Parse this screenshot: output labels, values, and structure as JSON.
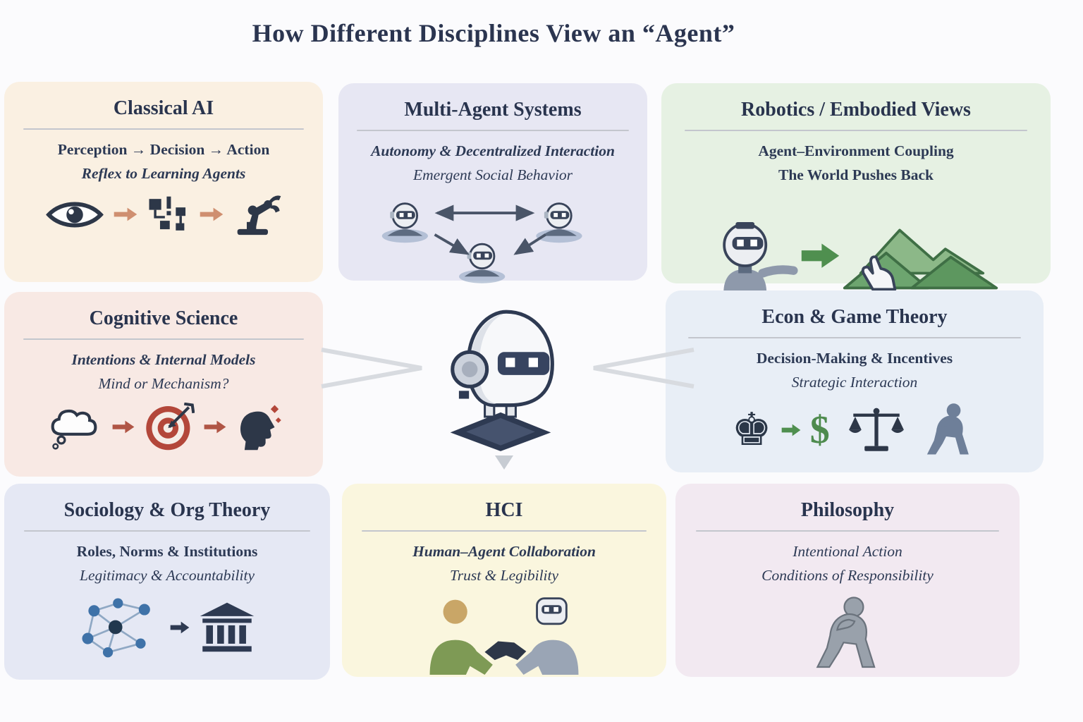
{
  "page": {
    "title": "How Different Disciplines View an “Agent”"
  },
  "panels": [
    {
      "id": "classical-ai",
      "title": "Classical AI",
      "line1": "Perception → Decision → Action",
      "line2": "Reflex to Learning Agents",
      "bg": "#faf0e2",
      "icons": [
        "eye-icon",
        "flow-arrow-icon",
        "flowchart-icon",
        "flow-arrow-icon",
        "robot-arm-icon"
      ]
    },
    {
      "id": "multi-agent-systems",
      "title": "Multi-Agent Systems",
      "line1": "Autonomy & Decentralized Interaction",
      "line2": "Emergent Social Behavior",
      "bg": "#e7e7f3",
      "icons": [
        "multi-robot-interaction-icon"
      ]
    },
    {
      "id": "robotics-embodied",
      "title": "Robotics / Embodied Views",
      "line1": "Agent–Environment Coupling",
      "line2": "The World Pushes Back",
      "bg": "#e6f1e3",
      "icons": [
        "robot-icon",
        "green-arrow-icon",
        "terrain-hand-icon"
      ]
    },
    {
      "id": "cognitive-science",
      "title": "Cognitive Science",
      "line1": "Intentions & Internal Models",
      "line2": "Mind or Mechanism?",
      "bg": "#f8e9e4",
      "icons": [
        "thought-cloud-icon",
        "red-arrow-icon",
        "target-icon",
        "red-arrow-icon",
        "head-profile-icon"
      ]
    },
    {
      "id": "econ-game-theory",
      "title": "Econ & Game Theory",
      "line1": "Decision-Making & Incentives",
      "line2": "Strategic Interaction",
      "bg": "#e8eef6",
      "glyphs": {
        "chess": "♚",
        "dollar": "$"
      },
      "icons": [
        "chess-piece-icon",
        "green-arrow-icon",
        "dollar-icon",
        "scales-icon",
        "thinker-icon"
      ]
    },
    {
      "id": "sociology-org-theory",
      "title": "Sociology & Org Theory",
      "line1": "Roles, Norms & Institutions",
      "line2": "Legitimacy & Accountability",
      "bg": "#e5e8f4",
      "icons": [
        "network-graph-icon",
        "dark-arrow-icon",
        "institution-icon"
      ]
    },
    {
      "id": "hci",
      "title": "HCI",
      "line1": "Human–Agent Collaboration",
      "line2": "Trust & Legibility",
      "bg": "#faf6de",
      "icons": [
        "human-robot-handshake-icon"
      ]
    },
    {
      "id": "philosophy",
      "title": "Philosophy",
      "line1": "Intentional Action",
      "line2": "Conditions of Responsibility",
      "bg": "#f2e9f1",
      "icons": [
        "thinker-statue-icon"
      ]
    }
  ],
  "center": {
    "icon": "robot-agent-icon"
  },
  "colors": {
    "heading": "#2b3550",
    "body_text": "#2d3a55",
    "classical_ai_bg": "#faf0e2",
    "multi_agent_bg": "#e7e7f3",
    "robotics_bg": "#e6f1e3",
    "cognitive_bg": "#f8e9e4",
    "econ_bg": "#e8eef6",
    "sociology_bg": "#e5e8f4",
    "hci_bg": "#faf6de",
    "philosophy_bg": "#f2e9f1",
    "accent_green": "#4f8f4f",
    "accent_red": "#b3473a",
    "accent_orange": "#cf8f70",
    "dark_navy": "#2e3a52"
  }
}
